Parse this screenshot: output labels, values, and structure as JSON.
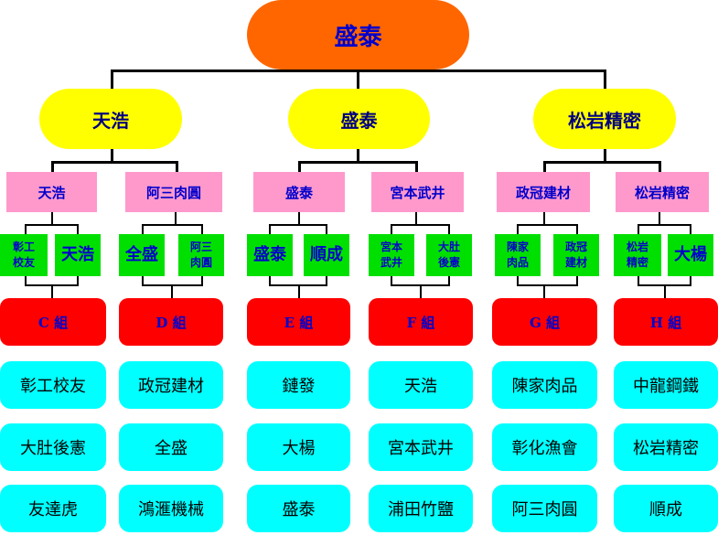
{
  "root": "盛泰",
  "level1": [
    "天浩",
    "盛泰",
    "松岩精密"
  ],
  "level2": [
    "天浩",
    "阿三肉圓",
    "盛泰",
    "宮本武井",
    "政冠建材",
    "松岩精密"
  ],
  "level3": [
    [
      "彰工\n校友",
      "天浩"
    ],
    [
      "全盛",
      "阿三\n肉圓"
    ],
    [
      "盛泰",
      "順成"
    ],
    [
      "宮本\n武井",
      "大肚\n後憲"
    ],
    [
      "陳家\n肉品",
      "政冠\n建材"
    ],
    [
      "松岩\n精密",
      "大楊"
    ]
  ],
  "groups": [
    "C 組",
    "D 組",
    "E 組",
    "F 組",
    "G 組",
    "H 組"
  ],
  "members": [
    [
      "彰工校友",
      "大肚後憲",
      "友達虎"
    ],
    [
      "政冠建材",
      "全盛",
      "鴻滙機械"
    ],
    [
      "鏈發",
      "大楊",
      "盛泰"
    ],
    [
      "天浩",
      "宮本武井",
      "浦田竹鹽"
    ],
    [
      "陳家肉品",
      "彰化漁會",
      "阿三肉圓"
    ],
    [
      "中龍鋼鐵",
      "松岩精密",
      "順成"
    ]
  ],
  "colors": {
    "root": "#ff6600",
    "level1": "#ffff00",
    "level2": "#ff99cc",
    "level3": "#00e000",
    "group": "#ff0000",
    "member": "#00ffff",
    "text_blue": "#0000cc",
    "line": "#000000"
  }
}
